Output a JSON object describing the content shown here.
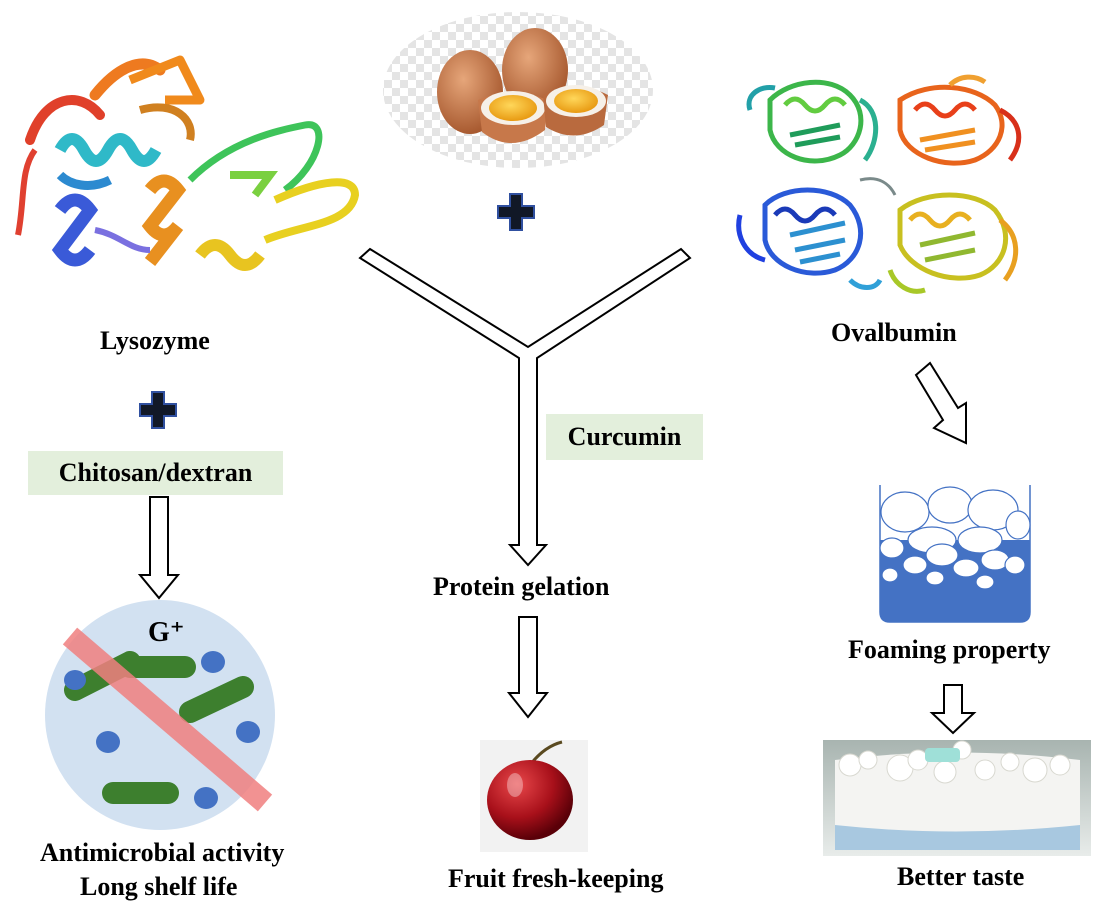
{
  "labels": {
    "lysozyme": "Lysozyme",
    "ovalbumin": "Ovalbumin",
    "chitosan_dextran": "Chitosan/dextran",
    "curcumin": "Curcumin",
    "protein_gelation": "Protein gelation",
    "fruit_fresh_keeping": "Fruit fresh-keeping",
    "foaming_property": "Foaming property",
    "better_taste": "Better taste",
    "antimicrobial_activity": "Antimicrobial activity",
    "long_shelf_life": "Long shelf life",
    "gram_positive": "G⁺"
  },
  "icons": {
    "plus": "plus-icon",
    "arrow": "hollow-arrow-icon",
    "prohibited": "cross-out-icon"
  },
  "colors": {
    "tag_background": "#e3efdc",
    "bacteria_rod": "#3d7f2e",
    "bacteria_cocci": "#4472c4",
    "cell_background": "#d2e1f1",
    "cross_out": "#f08080",
    "foam_liquid": "#4472c4"
  }
}
